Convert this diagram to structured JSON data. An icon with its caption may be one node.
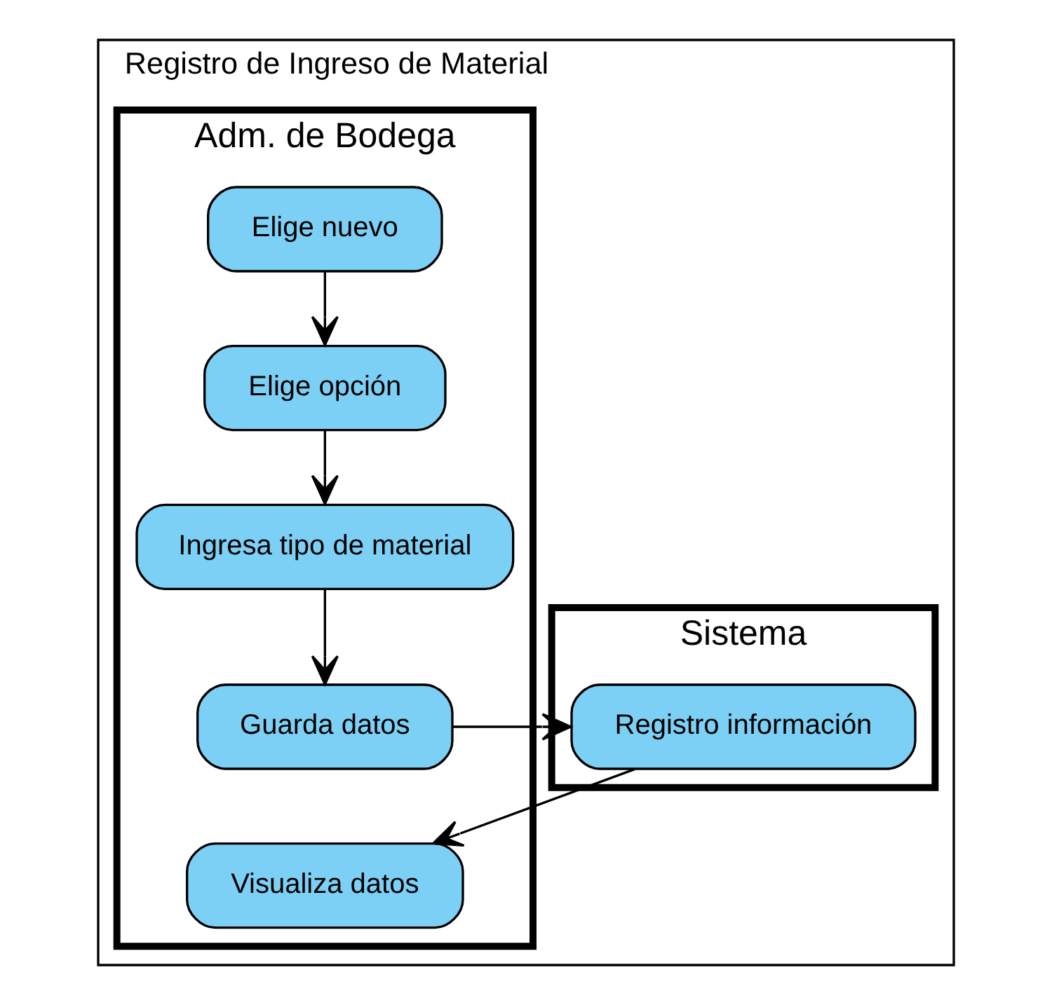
{
  "diagram": {
    "nodes": [
      {
        "text": [
          "Registro de Ingreso de Material"
        ]
      },
      {
        "text": [
          "Adm. de Bodega"
        ],
        "in": 0
      },
      {
        "text": [
          "Sistema"
        ],
        "in": 0
      },
      {
        "text": [
          "Elige nuevo"
        ],
        "in": 1
      },
      {
        "text": [
          "Elige opción"
        ],
        "in": 1
      },
      {
        "text": [
          "Ingresa tipo de material"
        ],
        "in": 1
      },
      {
        "text": [
          "Guarda datos"
        ],
        "in": 1
      },
      {
        "text": [
          "Registro información"
        ],
        "in": 2
      },
      {
        "text": [
          "Visualiza datos"
        ],
        "in": 1
      }
    ],
    "edges": [
      {
        "from": 3,
        "to": 4,
        "arrow": "to"
      },
      {
        "from": 4,
        "to": 5,
        "arrow": "to"
      },
      {
        "from": 5,
        "to": 6,
        "arrow": "to"
      },
      {
        "from": 6,
        "to": 7,
        "arrow": "to"
      },
      {
        "from": 7,
        "to": 8,
        "arrow": "to"
      }
    ]
  }
}
